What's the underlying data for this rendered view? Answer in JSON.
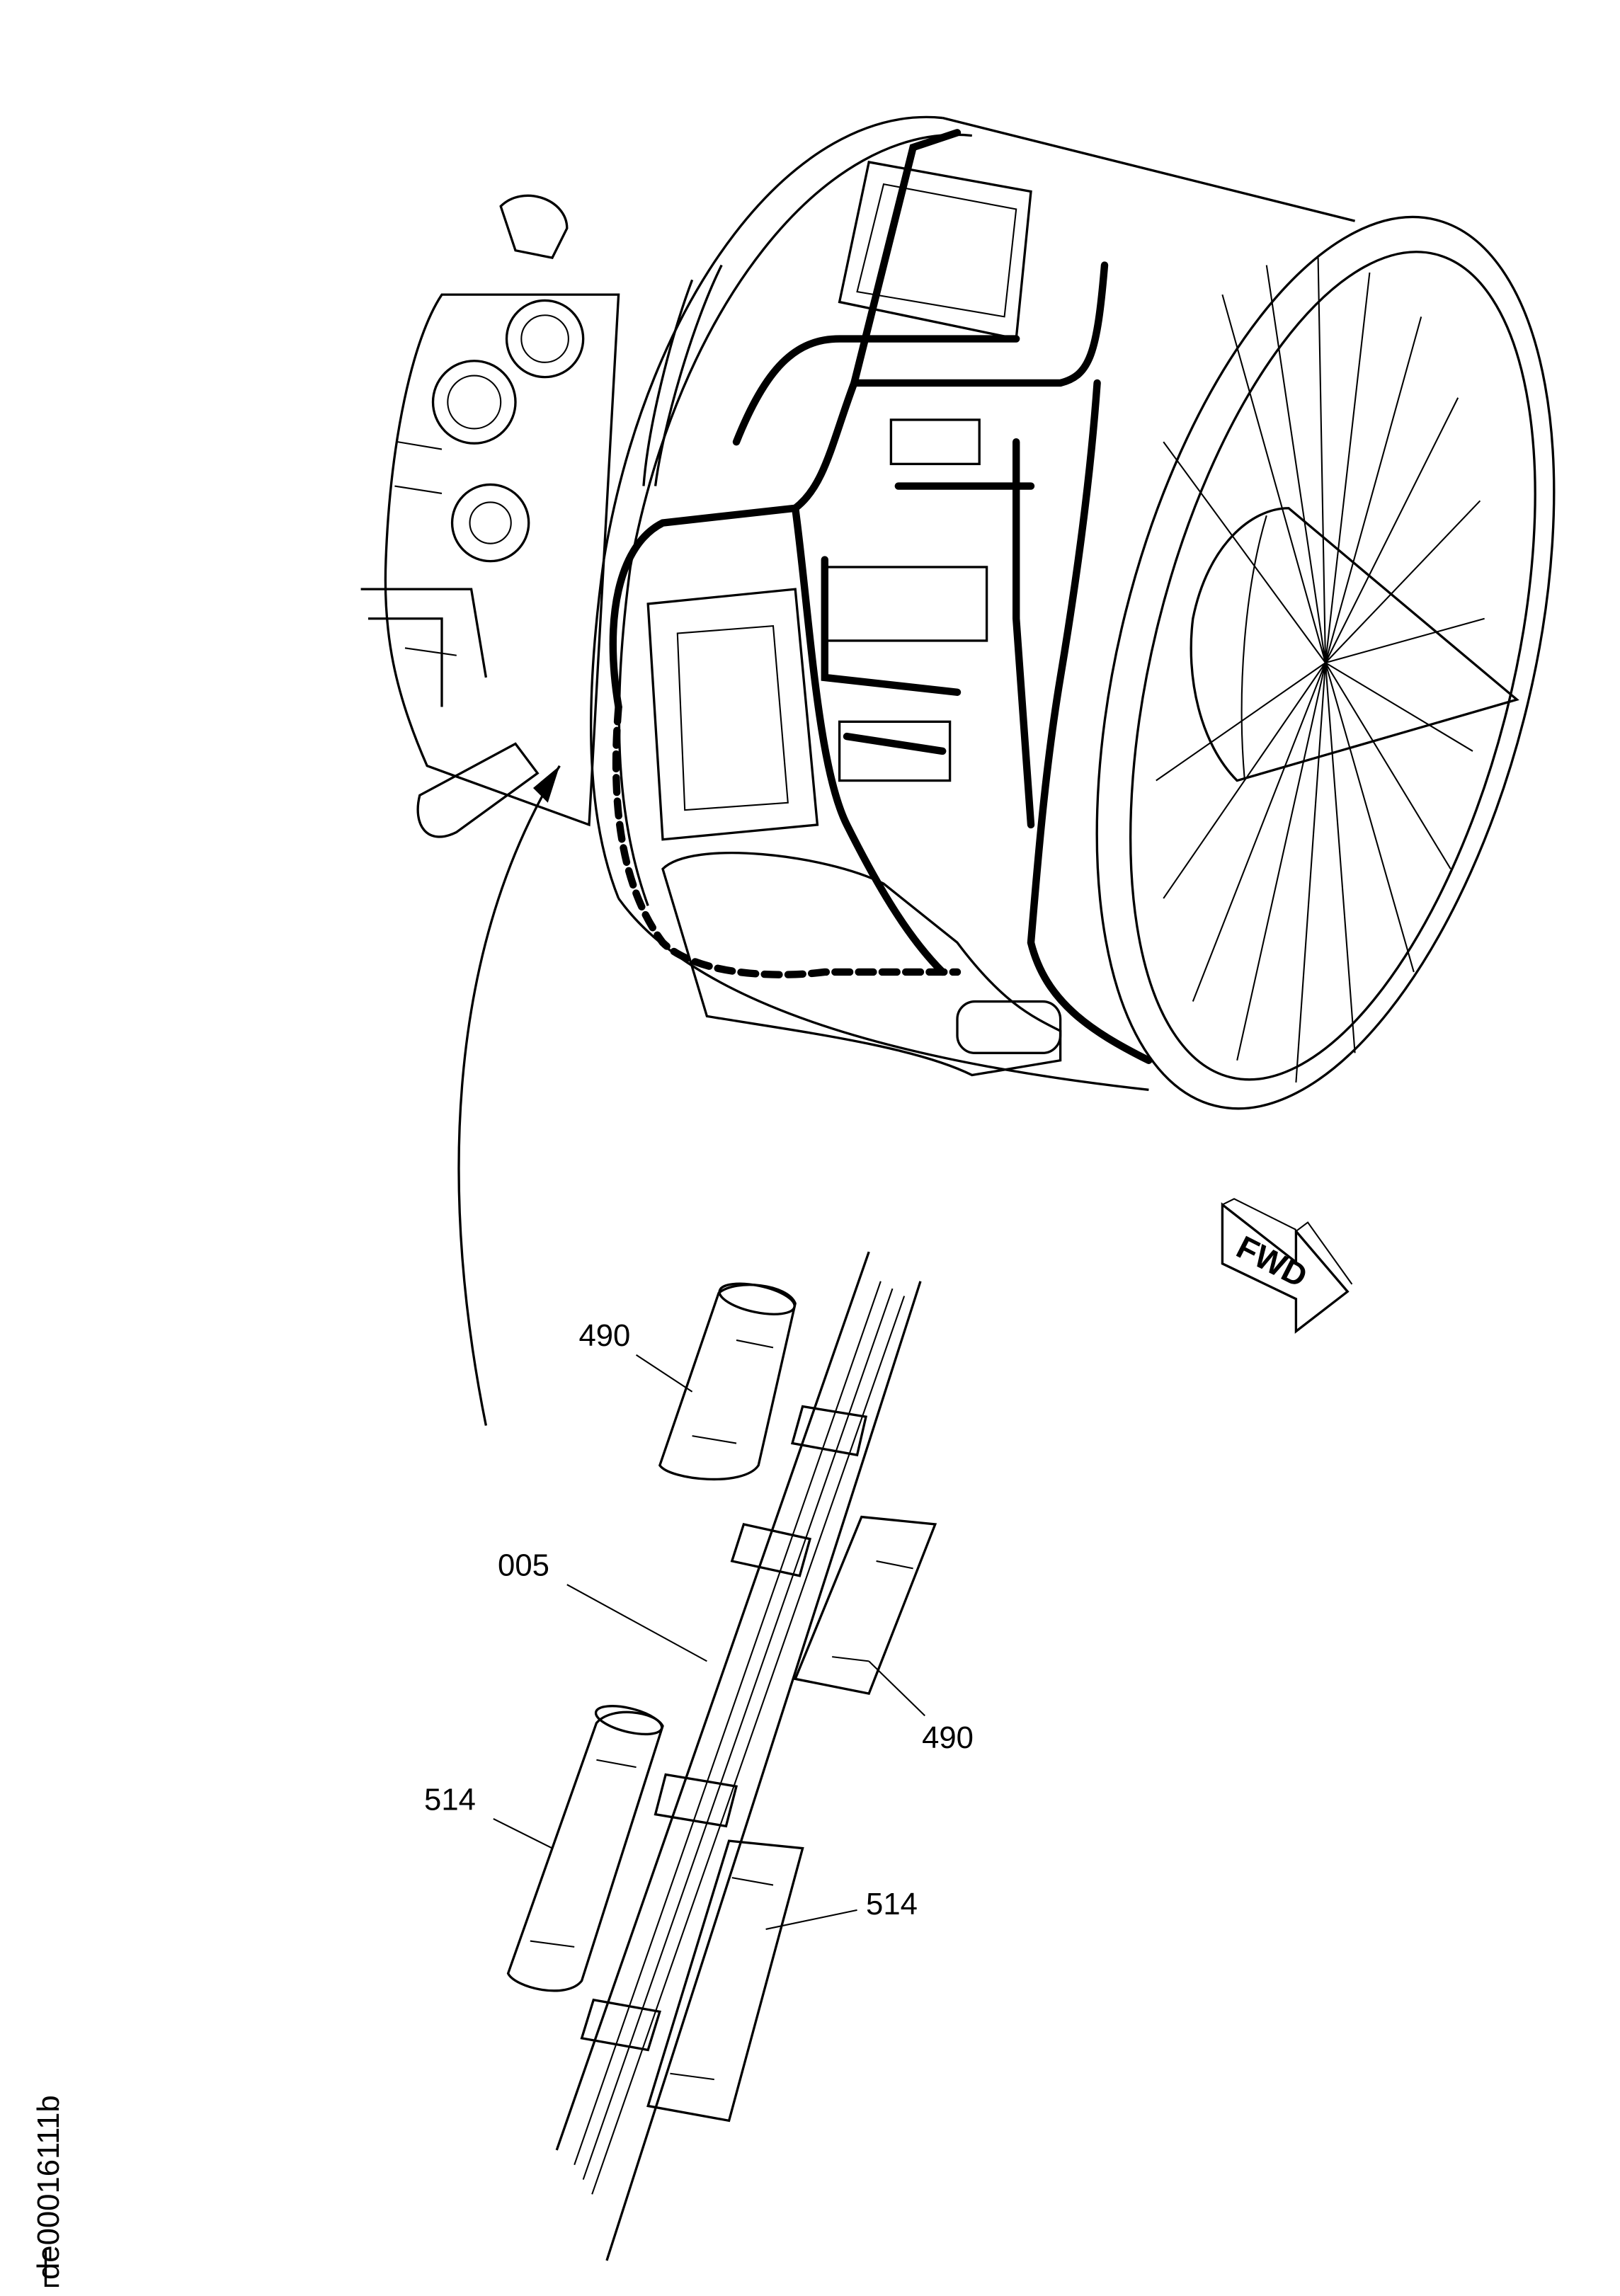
{
  "figure": {
    "drawing_id": "de00016111b",
    "direction_marker": "FWD",
    "callouts": [
      {
        "id": "callout-490-upper",
        "text": "490"
      },
      {
        "id": "callout-005",
        "text": "005"
      },
      {
        "id": "callout-490-lower",
        "text": "490"
      },
      {
        "id": "callout-514-left",
        "text": "514"
      },
      {
        "id": "callout-514-right",
        "text": "514"
      }
    ]
  }
}
